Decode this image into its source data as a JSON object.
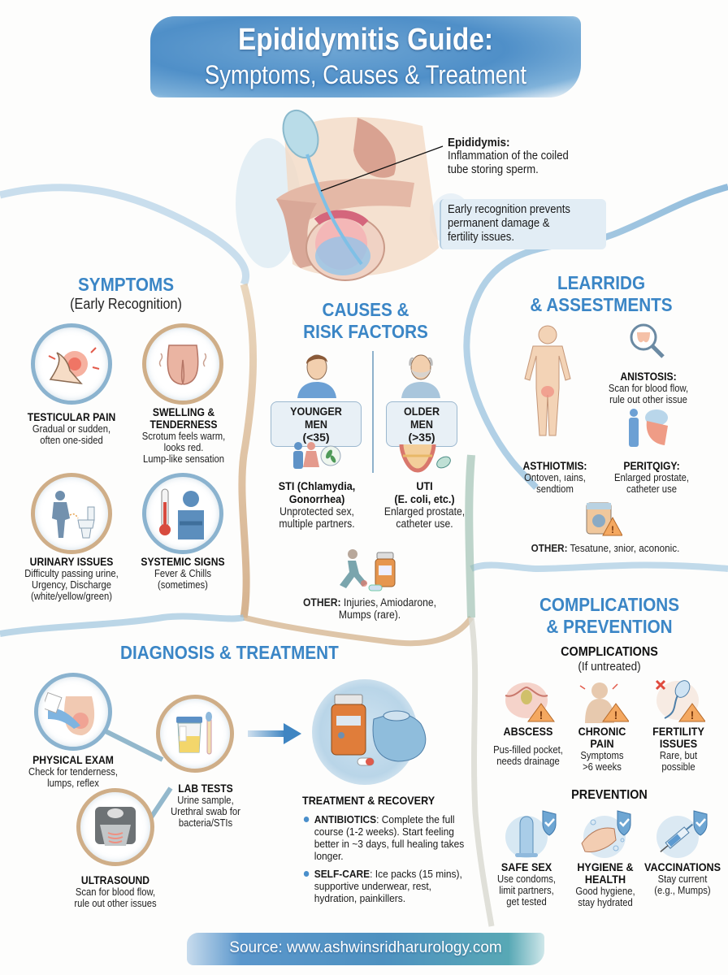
{
  "header": {
    "title_line1": "Epididymitis Guide:",
    "title_line2": "Symptoms, Causes & Treatment"
  },
  "anatomy": {
    "label_title": "Epididymis:",
    "label_desc_line1": "Inflammation of the coiled",
    "label_desc_line2": "tube storing sperm.",
    "callout_line1": "Early recognition prevents",
    "callout_line2": "permanent damage &",
    "callout_line3": "fertility issues."
  },
  "symptoms": {
    "heading": "SYMPTOMS",
    "subheading": "(Early Recognition)",
    "items": [
      {
        "icon": "testicular-pain-icon",
        "label": "TESTICULAR PAIN",
        "desc": [
          "Gradual or sudden,",
          "often one-sided"
        ]
      },
      {
        "icon": "swelling-icon",
        "label_lines": [
          "SWELLING &",
          "TENDERNESS"
        ],
        "desc": [
          "Scrotum feels warm,",
          "looks red.",
          "Lump-like sensation"
        ]
      },
      {
        "icon": "urinary-issues-icon",
        "label": "URINARY ISSUES",
        "desc": [
          "Difficulty passing urine,",
          "Urgency, Discharge",
          "(white/yellow/green)"
        ]
      },
      {
        "icon": "thermometer-chills-icon",
        "label": "SYSTEMIC SIGNS",
        "desc": [
          "Fever & Chills",
          "(sometimes)"
        ]
      }
    ]
  },
  "causes": {
    "heading_line1": "CAUSES &",
    "heading_line2": "RISK FACTORS",
    "younger": {
      "label_line1": "YOUNGER MEN",
      "label_line2": "(<35)",
      "cause_line1": "STI (Chlamydia,",
      "cause_line2": "Gonorrhea)",
      "desc_line1": "Unprotected sex,",
      "desc_line2": "multiple partners."
    },
    "older": {
      "label_line1": "OLDER MEN",
      "label_line2": "(>35)",
      "cause_line1": "UTI",
      "cause_line2": "(E. coli, etc.)",
      "desc_line1": "Enlarged prostate,",
      "desc_line2": "catheter use."
    },
    "other": {
      "label": "OTHER:",
      "text_line1": " Injuries, Amiodarone,",
      "text_line2": "Mumps (rare)."
    }
  },
  "assessments": {
    "heading_line1": "LEARRIDG",
    "heading_line2": "& ASSESTMENTS",
    "item1": {
      "label": "ANISTOSIS:",
      "desc_line1": "Scan for blood flow,",
      "desc_line2": "rule out other issue"
    },
    "item2": {
      "label": "ASTHIOTMIS:",
      "desc_line1": "Ontoven, ıains,",
      "desc_line2": "sendtiom"
    },
    "item3": {
      "label": "PERITQIGY:",
      "desc_line1": "Enlarged prostate,",
      "desc_line2": "catheter use"
    },
    "other": {
      "label": "OTHER:",
      "text": " Tesatune, зnior, acononic."
    }
  },
  "diagnosis": {
    "heading": "DIAGNOSIS & TREATMENT",
    "steps": [
      {
        "icon": "physical-exam-icon",
        "label": "PHYSICAL EXAM",
        "desc": [
          "Check for tenderness,",
          "lumps, reflex"
        ]
      },
      {
        "icon": "lab-tests-icon",
        "label": "LAB TESTS",
        "desc": [
          "Urine sample,",
          "Urethral swab for",
          "bacteria/STIs"
        ]
      },
      {
        "icon": "ultrasound-icon",
        "label": "ULTRASOUND",
        "desc": [
          "Scan for blood flow,",
          "rule out other issues"
        ]
      }
    ],
    "treatment": {
      "heading": "TREATMENT & RECOVERY",
      "bullets": [
        {
          "bold": "ANTIBIOTICS",
          "text": ": Complete the full course (1-2 weeks). Start feeling better in ~3 days, full healing takes longer."
        },
        {
          "bold": "SELF-CARE",
          "text": ": Ice packs (15 mins), supportive underwear, rest, hydration, painkillers."
        }
      ]
    }
  },
  "complications": {
    "heading_line1": "COMPLICATIONS",
    "heading_line2": "& PREVENTION",
    "sub_heading": "COMPLICATIONS",
    "sub_note": "(If untreated)",
    "items": [
      {
        "icon": "abscess-icon",
        "label_lines": [
          "ABSCESS"
        ],
        "desc": [
          "Pus-filled pocket,",
          "needs drainage"
        ]
      },
      {
        "icon": "chronic-pain-icon",
        "label_lines": [
          "CHRONIC",
          "PAIN"
        ],
        "desc": [
          "Symptoms",
          ">6 weeks"
        ]
      },
      {
        "icon": "fertility-icon",
        "label_lines": [
          "FERTILITY",
          "ISSUES"
        ],
        "desc": [
          "Rare, but",
          "possible"
        ]
      }
    ],
    "prevention_heading": "PREVENTION",
    "prevention": [
      {
        "icon": "condom-icon",
        "label_lines": [
          "SAFE SEX"
        ],
        "desc": [
          "Use condoms,",
          "limit partners,",
          "get tested"
        ]
      },
      {
        "icon": "handwash-icon",
        "label_lines": [
          "HYGIENE &",
          "HEALTH"
        ],
        "desc": [
          "Good hygiene,",
          "stay hydrated"
        ]
      },
      {
        "icon": "syringe-icon",
        "label_lines": [
          "VACCINATIONS"
        ],
        "desc": [
          "Stay current",
          "(e.g., Mumps)"
        ]
      }
    ]
  },
  "footer": {
    "source": "Source: www.ashwinsridharurology.com"
  },
  "colors": {
    "accent_blue": "#3b86c6",
    "title_wash": "#4f8fc8",
    "vine_tan": "#d2ad86",
    "vine_blue": "#8dbad9",
    "warning_orange": "#e88a3c"
  }
}
